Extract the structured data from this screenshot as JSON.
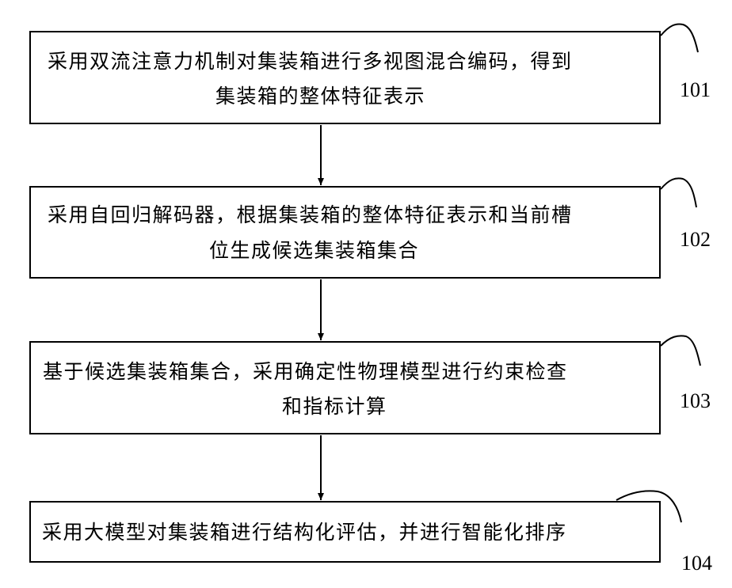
{
  "steps": [
    {
      "number": "101",
      "lines": [
        "采用双流注意力机制对集装箱进行多视图混合编码，得到",
        "集装箱的整体特征表示"
      ]
    },
    {
      "number": "102",
      "lines": [
        "采用自回归解码器，根据集装箱的整体特征表示和当前槽",
        "位生成候选集装箱集合"
      ]
    },
    {
      "number": "103",
      "lines": [
        "基于候选集装箱集合，采用确定性物理模型进行约束检查",
        "和指标计算"
      ]
    },
    {
      "number": "104",
      "lines": [
        "采用大模型对集装箱进行结构化评估，并进行智能化排序"
      ]
    }
  ]
}
